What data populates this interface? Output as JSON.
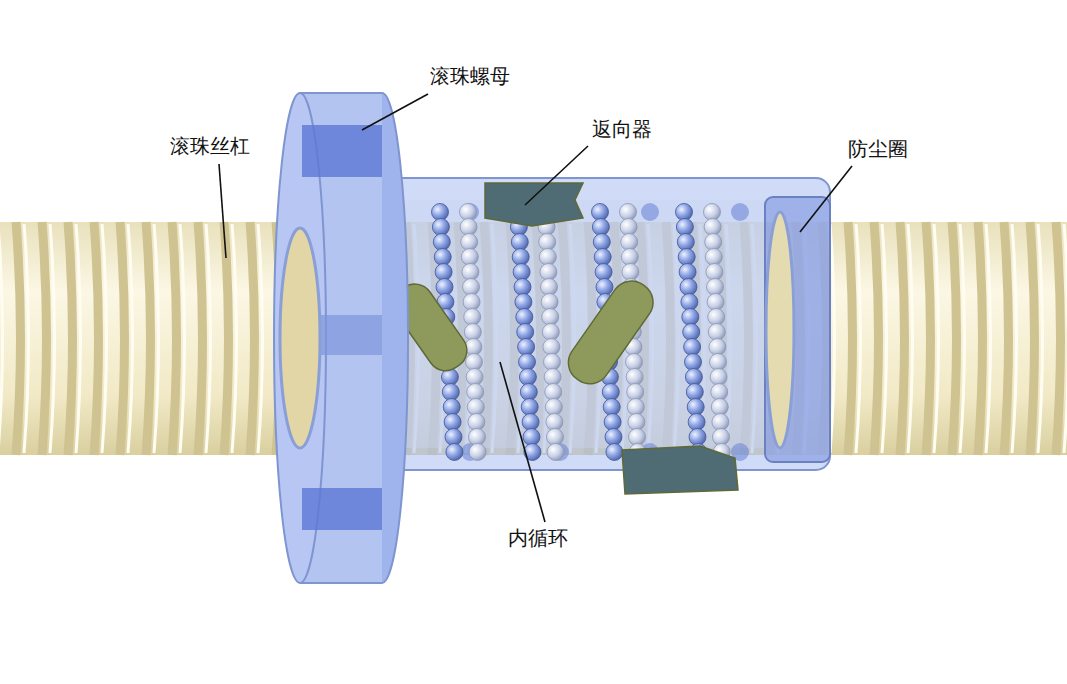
{
  "diagram": {
    "labels": [
      "滚珠螺母",
      "返向器",
      "滚珠丝杠",
      "防尘圈",
      "内循环"
    ]
  }
}
